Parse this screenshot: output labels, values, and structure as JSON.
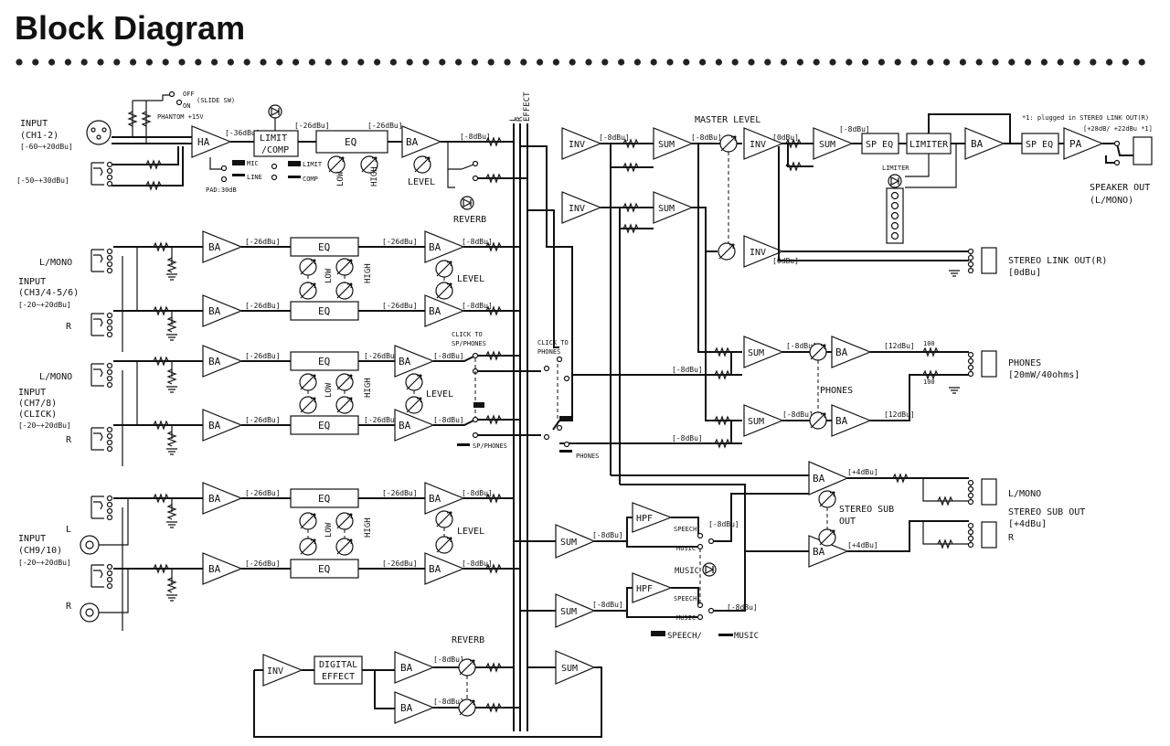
{
  "title": "Block Diagram",
  "inputs": {
    "ch12": {
      "name": "INPUT",
      "ch": "(CH1-2)",
      "range1": "[-60~+20dBu]",
      "range2": "[-50~+30dBu]"
    },
    "ch3456": {
      "mono": "L/MONO",
      "name": "INPUT",
      "ch": "(CH3/4-5/6)",
      "range": "[-20~+20dBu]",
      "r": "R"
    },
    "ch78": {
      "mono": "L/MONO",
      "name": "INPUT",
      "ch": "(CH7/8)",
      "click": "(CLICK)",
      "range": "[-20~+20dBu]",
      "r": "R"
    },
    "ch910": {
      "name": "INPUT",
      "ch": "(CH9/10)",
      "range": "[-20~+20dBu]",
      "l": "L",
      "r": "R"
    }
  },
  "switches": {
    "off": "OFF",
    "on": "ON",
    "slide": "(SLIDE SW)",
    "phantom": "PHANTOM +15V",
    "mic": "MIC",
    "line": "LINE",
    "pad": "PAD:30dB",
    "limit": "LIMIT",
    "comp": "COMP",
    "click_to_sp": "CLICK TO",
    "click_to_sp2": "SP/PHONES",
    "click_to_ph": "CLICK TO",
    "click_to_ph2": "PHONES",
    "sp_phones": "SP/PHONES",
    "phones_sw": "PHONES",
    "speech": "SPEECH",
    "music": "MUSIC",
    "speech_music": "SPEECH/",
    "music2": "MUSIC",
    "music_led": "MUSIC"
  },
  "blocks": {
    "ha": "HA",
    "limit": "LIMIT",
    "comp": "/COMP",
    "eq": "EQ",
    "ba": "BA",
    "inv": "INV",
    "sum": "SUM",
    "sp_eq": "SP EQ",
    "limiter": "LIMITER",
    "pa": "PA",
    "hpf": "HPF",
    "digital": "DIGITAL",
    "effect": "EFFECT"
  },
  "levels": {
    "m36": "[-36dBu]",
    "m26": "[-26dBu]",
    "m8": "[-8dBu]",
    "z0": "[0dBu]",
    "p12": "[12dBu]",
    "p4": "[+4dBu]",
    "r100": "100"
  },
  "labels": {
    "low": "LOW",
    "high": "HIGH",
    "level": "LEVEL",
    "reverb": "REVERB",
    "master_level": "MASTER LEVEL",
    "limiter_led": "LIMITER",
    "phones": "PHONES",
    "stereo_sub_out_a": "STEREO SUB",
    "stereo_sub_out_b": "OUT",
    "bus_l": "L",
    "bus_r": "R",
    "bus_effect": "EFFECT"
  },
  "outputs": {
    "note": "*1: plugged in STEREO LINK OUT(R)",
    "sp_level": "[+28dB/ +22dBu *1]",
    "speaker": "SPEAKER OUT",
    "speaker2": "(L/MONO)",
    "link": "STEREO LINK OUT(R)",
    "link_lv": "[0dBu]",
    "phones": "PHONES",
    "phones_lv": "[20mW/40ohms]",
    "sub_l": "L/MONO",
    "sub": "STEREO SUB OUT",
    "sub_lv": "[+4dBu]",
    "sub_r": "R"
  }
}
